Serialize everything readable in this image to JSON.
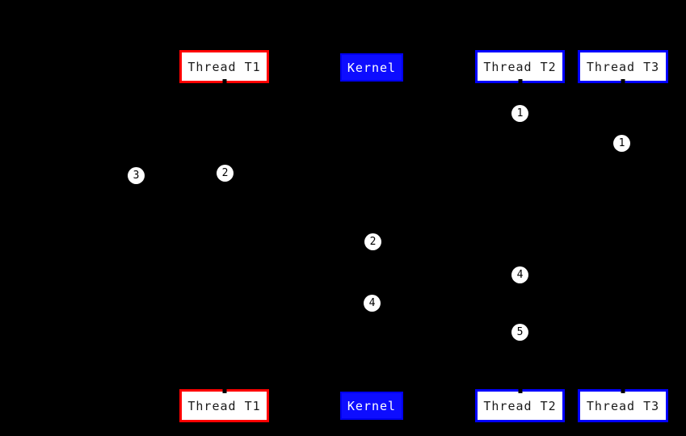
{
  "diagram": {
    "background_color": "#000000",
    "boxes": {
      "top": [
        {
          "label": "Thread T1",
          "border_color": "#ff0000",
          "fill_color": "#ffffff",
          "text_color": "#000000"
        },
        {
          "label": "Kernel",
          "border_color": "#0000ff",
          "fill_color": "#0000ff",
          "text_color": "#ffffff"
        },
        {
          "label": "Thread T2",
          "border_color": "#0000ff",
          "fill_color": "#ffffff",
          "text_color": "#000000"
        },
        {
          "label": "Thread T3",
          "border_color": "#0000ff",
          "fill_color": "#ffffff",
          "text_color": "#000000"
        }
      ],
      "bottom": [
        {
          "label": "Thread T1",
          "border_color": "#ff0000",
          "fill_color": "#ffffff",
          "text_color": "#000000"
        },
        {
          "label": "Kernel",
          "border_color": "#0000ff",
          "fill_color": "#0000ff",
          "text_color": "#ffffff"
        },
        {
          "label": "Thread T2",
          "border_color": "#0000ff",
          "fill_color": "#ffffff",
          "text_color": "#000000"
        },
        {
          "label": "Thread T3",
          "border_color": "#0000ff",
          "fill_color": "#ffffff",
          "text_color": "#000000"
        }
      ]
    },
    "markers": [
      {
        "value": "1"
      },
      {
        "value": "1"
      },
      {
        "value": "2"
      },
      {
        "value": "3"
      },
      {
        "value": "2"
      },
      {
        "value": "4"
      },
      {
        "value": "4"
      },
      {
        "value": "5"
      }
    ],
    "colors": {
      "red_border": "#ff0000",
      "blue_border": "#0000ff",
      "kernel_fill": "#0d0dff",
      "marker_fill": "#ffffff",
      "marker_text": "#000000"
    }
  }
}
